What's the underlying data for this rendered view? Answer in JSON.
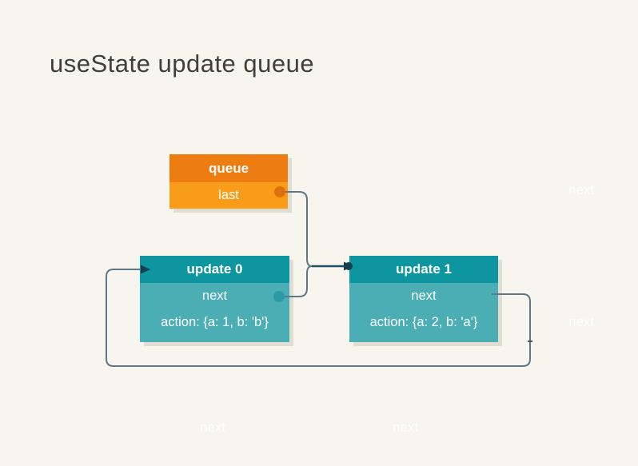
{
  "title": "useState update queue",
  "nodes": {
    "queue": {
      "title": "queue",
      "fields": [
        "last"
      ]
    },
    "update0": {
      "title": "update 0",
      "fields": [
        "next",
        "action: {a: 1, b: 'b'}"
      ]
    },
    "update1": {
      "title": "update 1",
      "fields": [
        "next",
        "action: {a: 2, b: 'a'}"
      ]
    }
  },
  "edges": [
    {
      "from": "queue.last",
      "to": "update1",
      "label": "next"
    },
    {
      "from": "update0.next",
      "to": "update1",
      "label": "next"
    },
    {
      "from": "update1.next",
      "to": "update0",
      "label": "next"
    }
  ],
  "edge_labels": {
    "top_right": "next",
    "mid_right": "next",
    "bottom_left": "next",
    "bottom_right": "next"
  },
  "colors": {
    "background": "#f7f5ee",
    "title_text": "#3f3f3f",
    "queue_header": "#ee7d11",
    "queue_body": "#f99c1a",
    "update_header": "#0e96a0",
    "update_body": "#4aaeb4",
    "connector": "#5d7886",
    "connector_dark": "#1c4f63",
    "arrowhead": "#143f51",
    "port_dot_orange": "#e0700e",
    "port_dot_teal": "#2b9aa4",
    "faint_label": "#fffef8"
  }
}
